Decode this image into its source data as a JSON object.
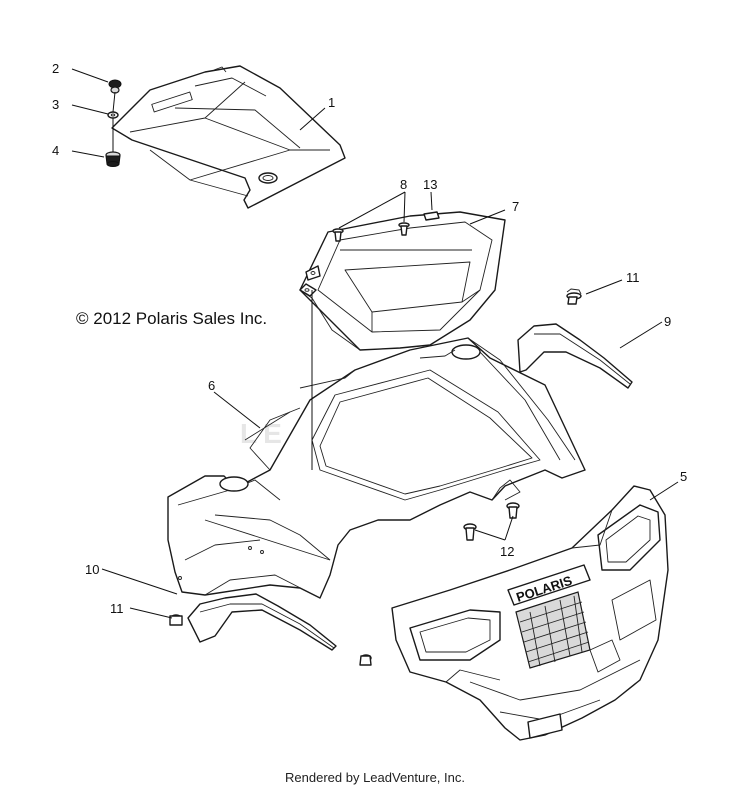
{
  "copyright": "© 2012 Polaris Sales Inc.",
  "footer": "Rendered by LeadVenture, Inc.",
  "watermark": "LEADVENTURE",
  "grille_logo": "POLARIS",
  "callouts": {
    "c1": "1",
    "c2": "2",
    "c3": "3",
    "c4": "4",
    "c5": "5",
    "c6": "6",
    "c7": "7",
    "c8": "8",
    "c9": "9",
    "c10": "10",
    "c11a": "11",
    "c11b": "11",
    "c12": "12",
    "c13": "13"
  }
}
